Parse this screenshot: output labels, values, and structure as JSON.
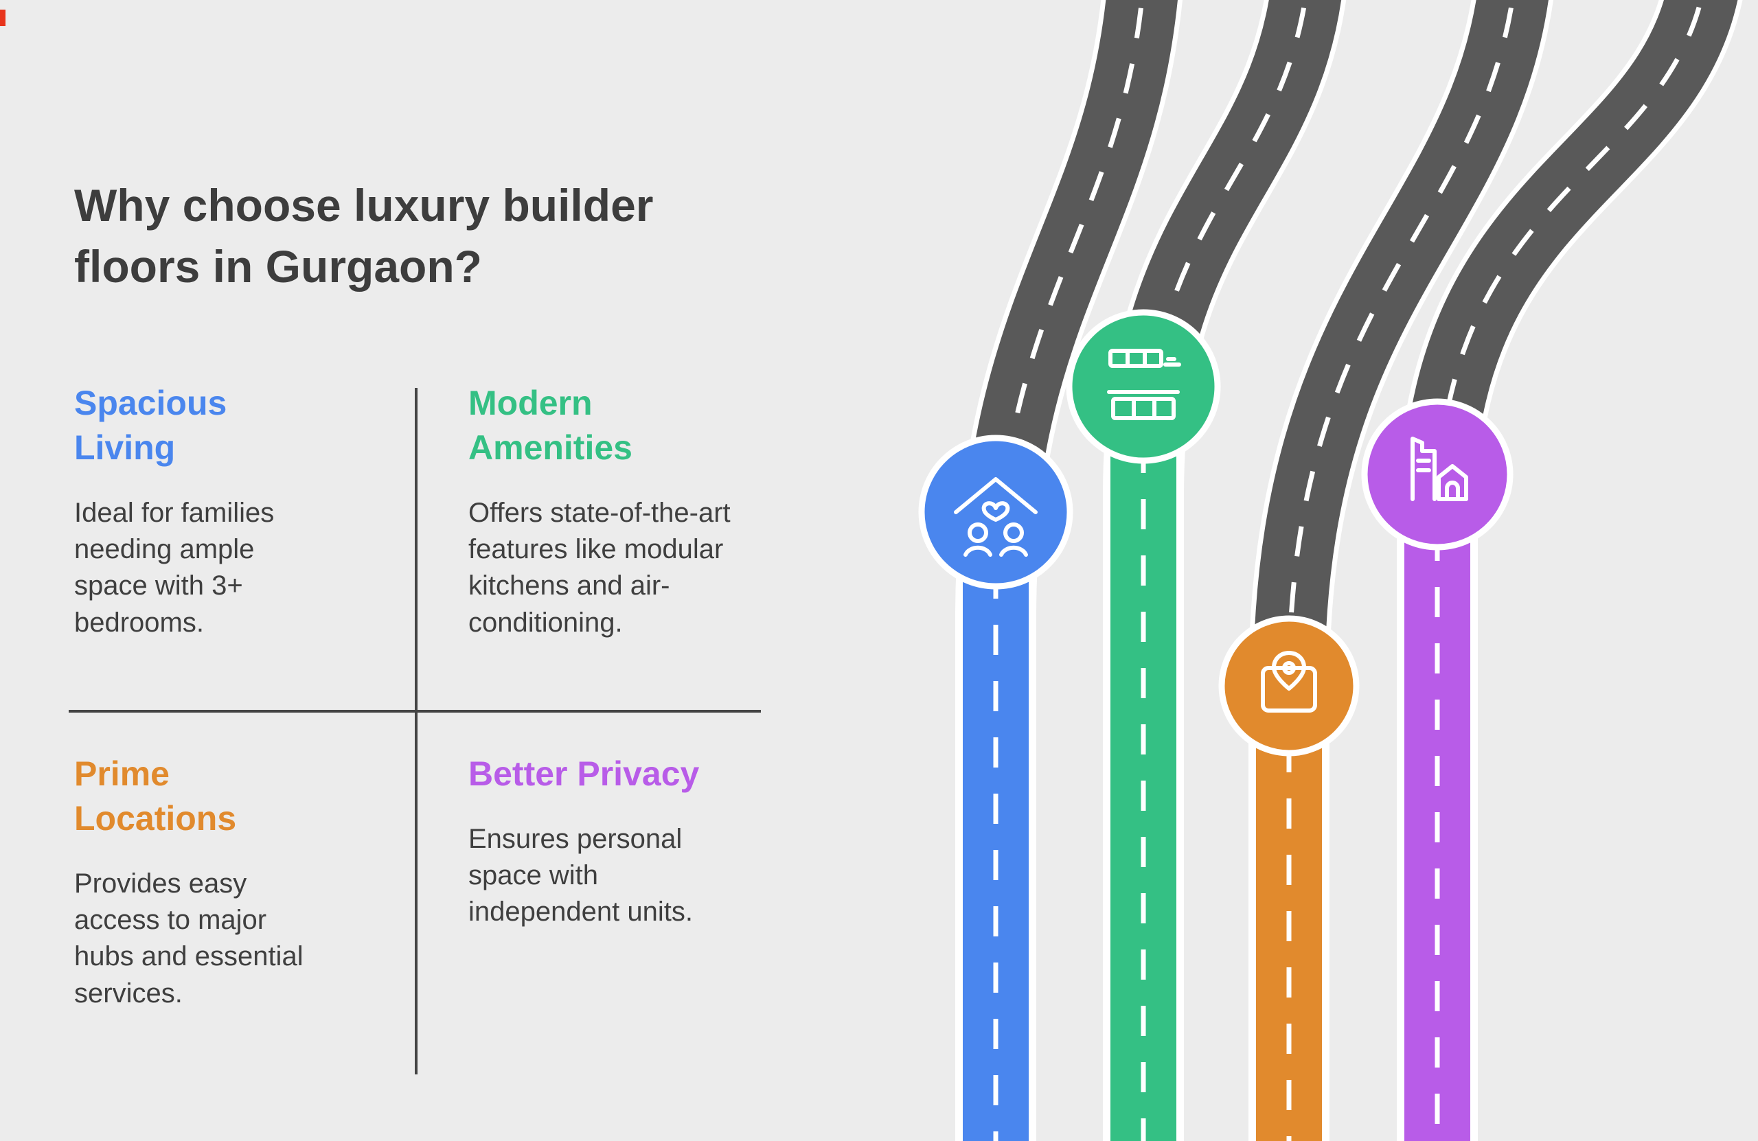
{
  "colors": {
    "background": "#ececec",
    "heading_text": "#3d3d3d",
    "body_text": "#3f3f3f",
    "divider": "#444444",
    "road_gray": "#595959",
    "road_dash": "#ffffff",
    "blue": "#4a86ee",
    "green": "#34c084",
    "orange": "#e18a2d",
    "purple": "#b85ce8"
  },
  "heading": {
    "title": "Why choose luxury builder floors in Gurgaon?"
  },
  "sections": [
    {
      "id": "spacious-living",
      "title": "Spacious\nLiving",
      "body": "Ideal for families needing ample space with 3+ bedrooms.",
      "color": "#4a86ee",
      "icon": "family-home-icon"
    },
    {
      "id": "modern-amenities",
      "title": "Modern\nAmenities",
      "body": "Offers state-of-the-art features like modular kitchens and air-conditioning.",
      "color": "#34c084",
      "icon": "kitchen-icon"
    },
    {
      "id": "prime-locations",
      "title": "Prime\nLocations",
      "body": "Provides easy access to major hubs and essential services.",
      "color": "#e18a2d",
      "icon": "map-pin-icon"
    },
    {
      "id": "better-privacy",
      "title": "Better Privacy",
      "body": "Ensures personal space with independent units.",
      "color": "#b85ce8",
      "icon": "buildings-icon"
    }
  ]
}
